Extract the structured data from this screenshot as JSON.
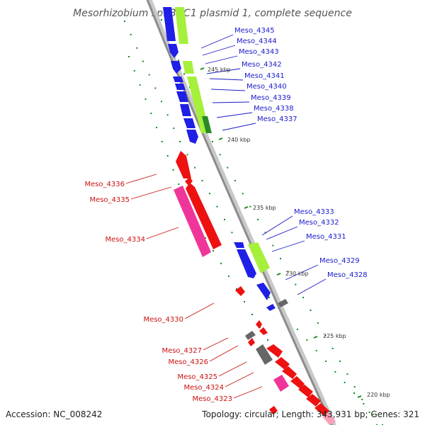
{
  "title": "Mesorhizobium sp. BNC1 plasmid 1, complete sequence",
  "footer": {
    "accession": "Accession: NC_008242",
    "topology": "Topology: circular; Length: 343,931 bp; Genes: 321"
  },
  "colors": {
    "forward_cds": "#1f1fe6",
    "reverse_cds": "#ee1111",
    "forward_feature": "#a6f03c",
    "reverse_feature": "#f0359a",
    "other": "#666666",
    "dark_green": "#2a8a2a",
    "backbone": "#8c8c8c",
    "ticks": "#1a8a1a",
    "forward_label": "#1a1acc",
    "reverse_label": "#cc1111"
  },
  "scale_ticks": [
    "245 kbp",
    "240 kbp",
    "235 kbp",
    "230 kbp",
    "225 kbp",
    "220 kbp"
  ],
  "forward_genes": [
    "Meso_4345",
    "Meso_4344",
    "Meso_4343",
    "Meso_4342",
    "Meso_4341",
    "Meso_4340",
    "Meso_4339",
    "Meso_4338",
    "Meso_4337",
    "Meso_4333",
    "Meso_4332",
    "Meso_4331",
    "Meso_4329",
    "Meso_4328"
  ],
  "reverse_genes": [
    "Meso_4336",
    "Meso_4335",
    "Meso_4334",
    "Meso_4330",
    "Meso_4327",
    "Meso_4326",
    "Meso_4325",
    "Meso_4324",
    "Meso_4323"
  ]
}
